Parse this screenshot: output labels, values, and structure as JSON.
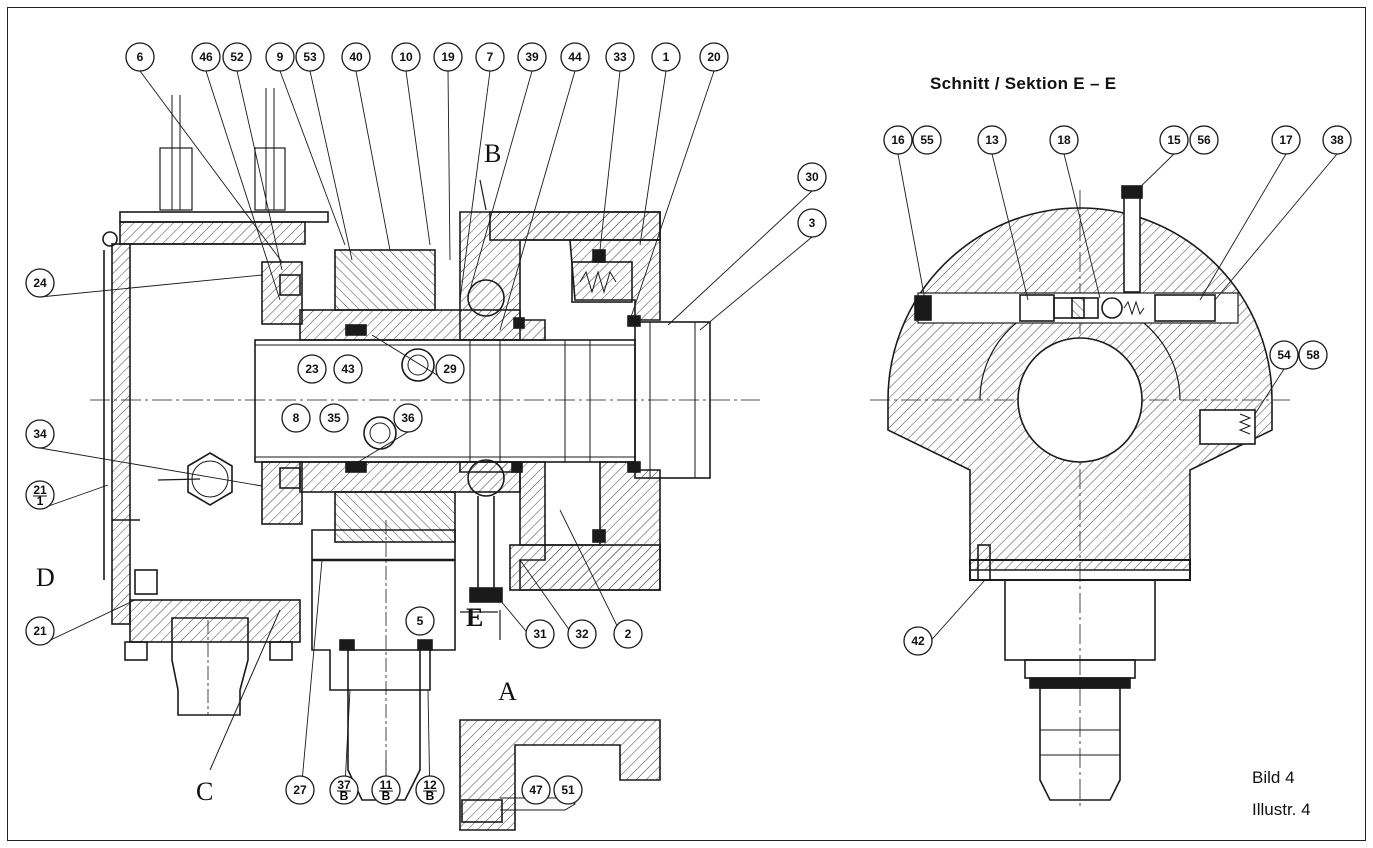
{
  "section_title": "Schnitt / Sektion   E – E",
  "caption": {
    "line1": "Bild 4",
    "line2": "Illustr. 4"
  },
  "view_letters": [
    "B",
    "D",
    "C",
    "A",
    "E"
  ],
  "balloons": [
    "6",
    "46",
    "52",
    "9",
    "53",
    "40",
    "10",
    "19",
    "7",
    "39",
    "44",
    "33",
    "1",
    "20",
    "30",
    "3",
    "24",
    "23",
    "43",
    "29",
    "8",
    "35",
    "36",
    "34",
    "21/1",
    "21",
    "5",
    "31",
    "32",
    "2",
    "27",
    "37/B",
    "11/B",
    "12/B",
    "47",
    "51",
    "16",
    "55",
    "13",
    "18",
    "15",
    "56",
    "17",
    "38",
    "54",
    "58",
    "42"
  ],
  "colors": {
    "line": "#1a1a1a",
    "hatch": "#444444",
    "background": "#ffffff"
  }
}
